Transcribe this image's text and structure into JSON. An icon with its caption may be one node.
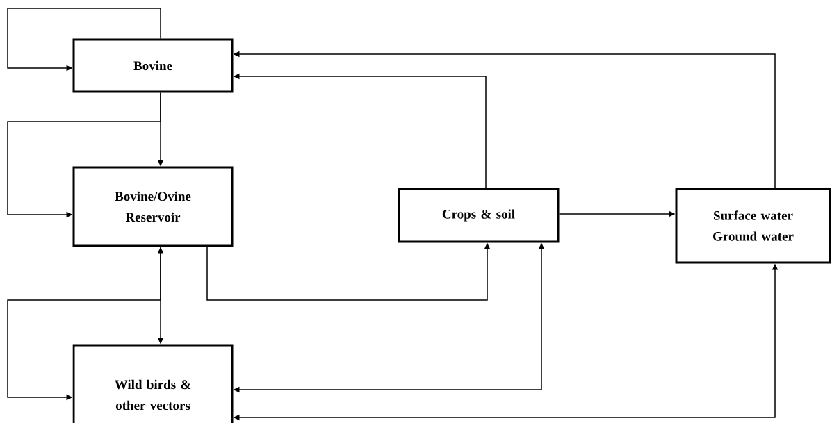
{
  "diagram": {
    "nodes": [
      {
        "text": [
          "Bovine"
        ]
      },
      {
        "text": [
          "Bovine/Ovine Reservoir"
        ]
      },
      {
        "text": [
          "Crops & soil"
        ]
      },
      {
        "text": [
          "Surface water Ground water"
        ]
      },
      {
        "text": [
          "Wild birds & other vectors"
        ]
      }
    ],
    "edges": [
      {
        "from": 0,
        "to": 0,
        "arrow": "to"
      },
      {
        "from": 0,
        "to": 1,
        "arrow": "to"
      },
      {
        "from": 0,
        "to": 1,
        "arrow": "to"
      },
      {
        "from": 1,
        "to": 4,
        "arrow": "both"
      },
      {
        "from": 1,
        "to": 4,
        "arrow": "to"
      },
      {
        "from": 1,
        "to": 2,
        "arrow": "to"
      },
      {
        "from": 2,
        "to": 0,
        "arrow": "to"
      },
      {
        "from": 2,
        "to": 3,
        "arrow": "to"
      },
      {
        "from": 3,
        "to": 0,
        "arrow": "to"
      },
      {
        "from": 4,
        "to": 2,
        "arrow": "both"
      },
      {
        "from": 4,
        "to": 3,
        "arrow": "both"
      }
    ]
  }
}
